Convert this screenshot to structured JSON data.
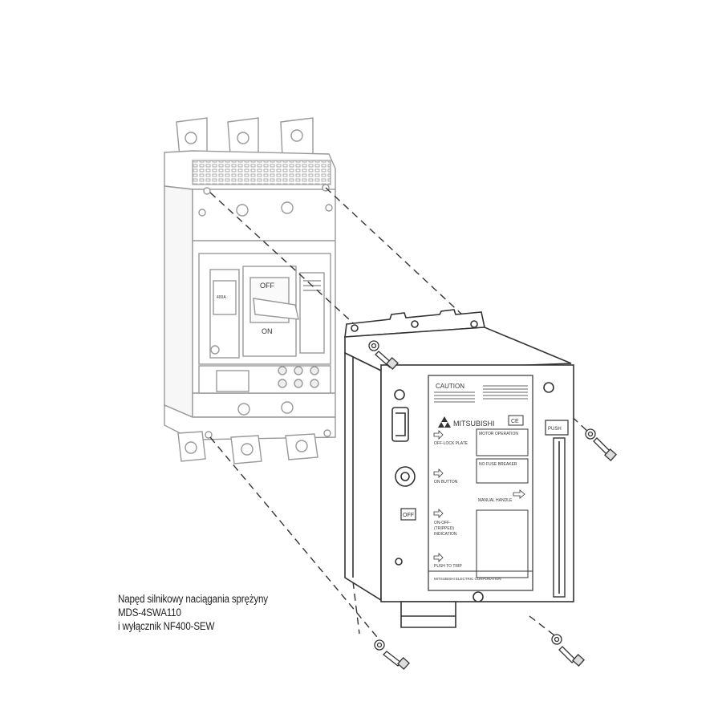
{
  "caption": {
    "line1": "Napęd silnikowy naciągania sprężyny",
    "line2": "MDS-4SWA110",
    "line3": "i wyłącznik NF400-SEW"
  },
  "breaker": {
    "off_label": "OFF",
    "on_label": "ON",
    "rating_label": "400A"
  },
  "motor_unit": {
    "caution_label": "CAUTION",
    "brand_label": "MITSUBISHI",
    "ce_label": "CE",
    "push_label": "PUSH",
    "off_badge": "OFF",
    "off_lock_label": "OFF-LOCK PLATE",
    "on_button_label": "ON BUTTON",
    "indication_line1": "ON-OFF-",
    "indication_line2": "(TRIPPED)",
    "indication_line3": "INDICATION",
    "push_to_trip_label": "PUSH TO TRIP",
    "motor_operation_label": "MOTOR OPERATION",
    "no_fuse_breaker_label": "NO FUSE BREAKER",
    "manual_handle_label": "MANUAL HANDLE",
    "corporation_label": "MITSUBISHI ELECTRIC CORPORATION"
  },
  "colors": {
    "line": "#333333",
    "light_line": "#999999",
    "breaker_fill": "#ffffff",
    "text": "#222222"
  }
}
